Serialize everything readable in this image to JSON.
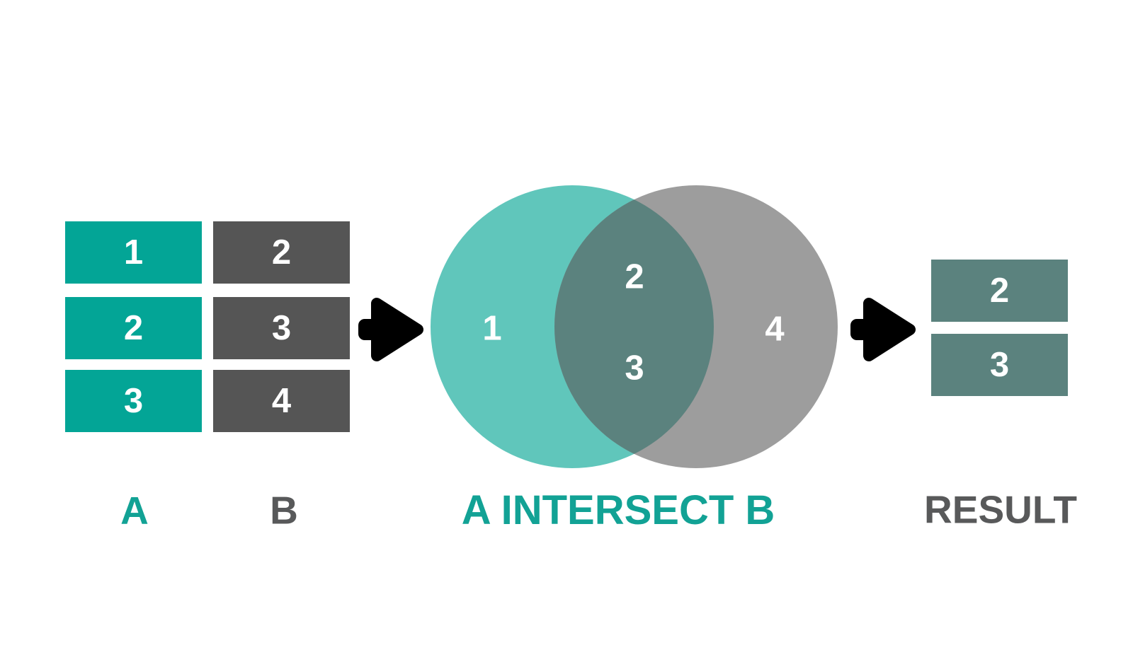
{
  "sets": {
    "a": {
      "label": "A",
      "values": [
        "1",
        "2",
        "3"
      ]
    },
    "b": {
      "label": "B",
      "values": [
        "2",
        "3",
        "4"
      ]
    }
  },
  "venn": {
    "caption": "A INTERSECT B",
    "a_only": "1",
    "intersection": [
      "2",
      "3"
    ],
    "b_only": "4"
  },
  "result": {
    "label": "RESULT",
    "values": [
      "2",
      "3"
    ]
  },
  "icons": {
    "flow_arrow_1": "right-arrow",
    "flow_arrow_2": "right-arrow"
  },
  "colors": {
    "set_a_box": "#03a596",
    "set_b_box": "#555555",
    "venn_a": "#60c6bb",
    "venn_b": "#9d9d9d",
    "venn_overlap": "#5b827e",
    "result_box": "#5b827e",
    "teal_text": "#12a295",
    "gray_text": "#58595a",
    "arrow": "#000000",
    "white_text": "#ffffff",
    "background": "#ffffff"
  }
}
